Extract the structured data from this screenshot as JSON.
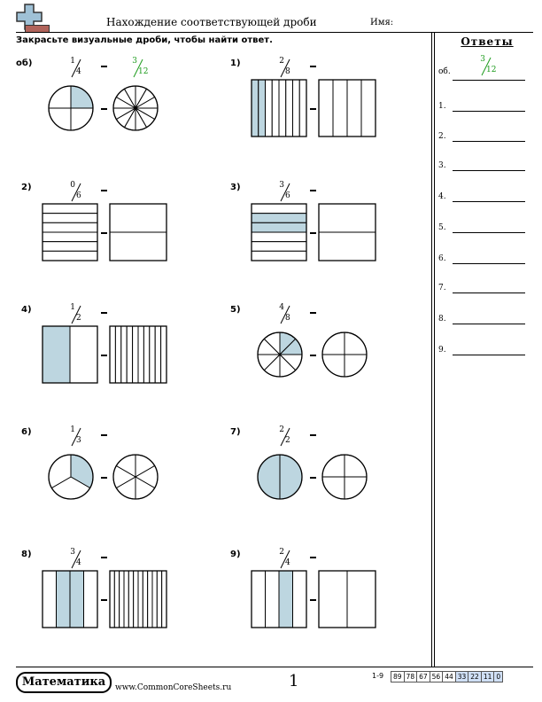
{
  "header": {
    "title": "Нахождение соответствующей дроби",
    "name_label": "Имя:"
  },
  "instructions": "Закрасьте визуальные дроби, чтобы найти ответ.",
  "answer_key": {
    "title": "Ответы",
    "example": {
      "label": "об.",
      "numerator": "3",
      "denominator": "12"
    },
    "lines": [
      "1.",
      "2.",
      "3.",
      "4.",
      "5.",
      "6.",
      "7.",
      "8.",
      "9."
    ]
  },
  "problems": [
    {
      "label": "об)",
      "numerator": "1",
      "denominator": "4",
      "answer_numerator": "3",
      "answer_denominator": "12",
      "shape": "circle",
      "left_parts": 4,
      "left_shaded": 1,
      "right_parts": 12,
      "right_shaded": 0
    },
    {
      "label": "1)",
      "numerator": "2",
      "denominator": "8",
      "shape": "rect-v",
      "left_parts": 8,
      "left_shaded": 2,
      "right_parts": 4,
      "right_shaded": 0
    },
    {
      "label": "2)",
      "numerator": "0",
      "denominator": "6",
      "shape": "rect-h",
      "left_parts": 6,
      "left_shaded": 0,
      "right_parts": 2,
      "right_shaded": 0
    },
    {
      "label": "3)",
      "numerator": "3",
      "denominator": "6",
      "shape": "rect-h",
      "left_parts": 6,
      "left_shaded": 2,
      "right_parts": 2,
      "right_shaded": 0
    },
    {
      "label": "4)",
      "numerator": "1",
      "denominator": "2",
      "shape": "rect-v",
      "left_parts": 2,
      "left_shaded": 1,
      "right_parts": 10,
      "right_shaded": 0
    },
    {
      "label": "5)",
      "numerator": "4",
      "denominator": "8",
      "shape": "circle",
      "left_parts": 8,
      "left_shaded": 2,
      "right_parts": 4,
      "right_shaded": 0
    },
    {
      "label": "6)",
      "numerator": "1",
      "denominator": "3",
      "shape": "circle",
      "left_parts": 3,
      "left_shaded": 1,
      "right_parts": 6,
      "right_shaded": 0
    },
    {
      "label": "7)",
      "numerator": "2",
      "denominator": "2",
      "shape": "circle",
      "left_parts": 2,
      "left_shaded": 2,
      "right_parts": 4,
      "right_shaded": 0
    },
    {
      "label": "8)",
      "numerator": "3",
      "denominator": "4",
      "shape": "rect-v",
      "left_parts": 4,
      "left_shaded": 2,
      "right_parts": 12,
      "right_shaded": 0
    },
    {
      "label": "9)",
      "numerator": "2",
      "denominator": "4",
      "shape": "rect-v",
      "left_parts": 4,
      "left_shaded": 1,
      "right_parts": 2,
      "right_shaded": 0
    }
  ],
  "footer": {
    "brand": "Математика",
    "site": "www.CommonCoreSheets.ru",
    "page": "1",
    "score_range": "1-9",
    "scores": [
      "89",
      "78",
      "67",
      "56",
      "44",
      "33",
      "22",
      "11",
      "0"
    ]
  },
  "colors": {
    "shade": "#bdd6e0",
    "answer_green": "#1a9a1a",
    "score_highlight": "#cfdff5",
    "logo_bar": "#b0635a"
  }
}
